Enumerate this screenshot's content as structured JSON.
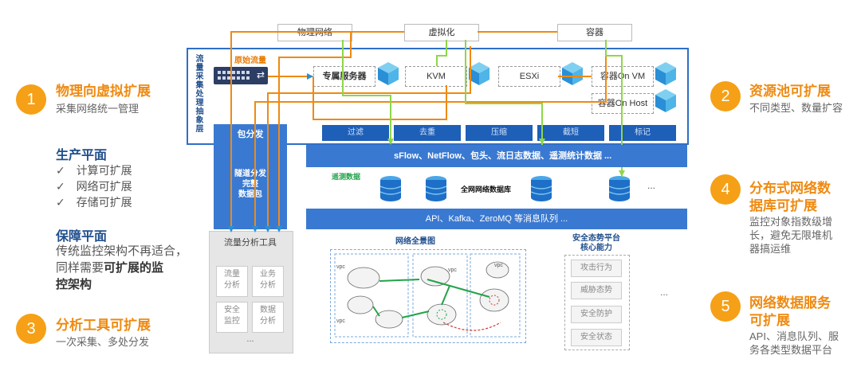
{
  "left": {
    "f1": {
      "num": "1",
      "title": "物理向虚拟扩展",
      "desc": "采集网络统一管理"
    },
    "prod": {
      "title": "生产平面",
      "items": [
        "计算可扩展",
        "网络可扩展",
        "存储可扩展"
      ]
    },
    "guard": {
      "title": "保障平面",
      "line1": "传统监控架构不再适合，",
      "line2a": "同样需要",
      "line2b": "可扩展的监",
      "line3": "控架构"
    },
    "f3": {
      "num": "3",
      "title": "分析工具可扩展",
      "desc": "一次采集、多处分发"
    }
  },
  "right": {
    "f2": {
      "num": "2",
      "title": "资源池可扩展",
      "desc": "不同类型、数量扩容"
    },
    "f4": {
      "num": "4",
      "title1": "分布式网络数",
      "title2": "据库可扩展",
      "desc1": "监控对象指数级增",
      "desc2": "长，避免无限堆机",
      "desc3": "器搞运维"
    },
    "f5": {
      "num": "5",
      "title1": "网络数据服务",
      "title2": "可扩展",
      "desc1": "API、消息队列、服",
      "desc2": "务各类型数据平台"
    }
  },
  "diagram": {
    "sources": [
      "物理网络",
      "虚拟化",
      "容器"
    ],
    "layer_label": "流量采集处理抽象层",
    "raw_traffic": "原始流量",
    "nodes": [
      "专属服务器",
      "KVM",
      "ESXi",
      "容器On VM",
      "容器On Host"
    ],
    "pkt": "包分发",
    "tabs": [
      "过滤",
      "去重",
      "压缩",
      "截短",
      "标记"
    ],
    "flow_bar": "sFlow、NetFlow、包头、流日志数据、遥测统计数据 ...",
    "telemetry_label": "遥测数据",
    "db_label": "全网网络数据库",
    "ellipsis": "...",
    "api_bar": "API、Kafka、ZeroMQ 等消息队列 ...",
    "dist": {
      "l1": "隧道分发",
      "l2": "完整",
      "l3": "数据包"
    },
    "tools": {
      "title": "流量分析工具",
      "items": [
        "流量\n分析",
        "业务\n分析",
        "安全\n监控",
        "数据\n分析"
      ],
      "more": "..."
    },
    "topo": {
      "title": "网络全景图",
      "vpc": "vpc"
    },
    "sec": {
      "title1": "安全态势平台",
      "title2": "核心能力",
      "items": [
        "攻击行为",
        "威胁态势",
        "安全防护",
        "安全状态"
      ],
      "more": "..."
    }
  }
}
